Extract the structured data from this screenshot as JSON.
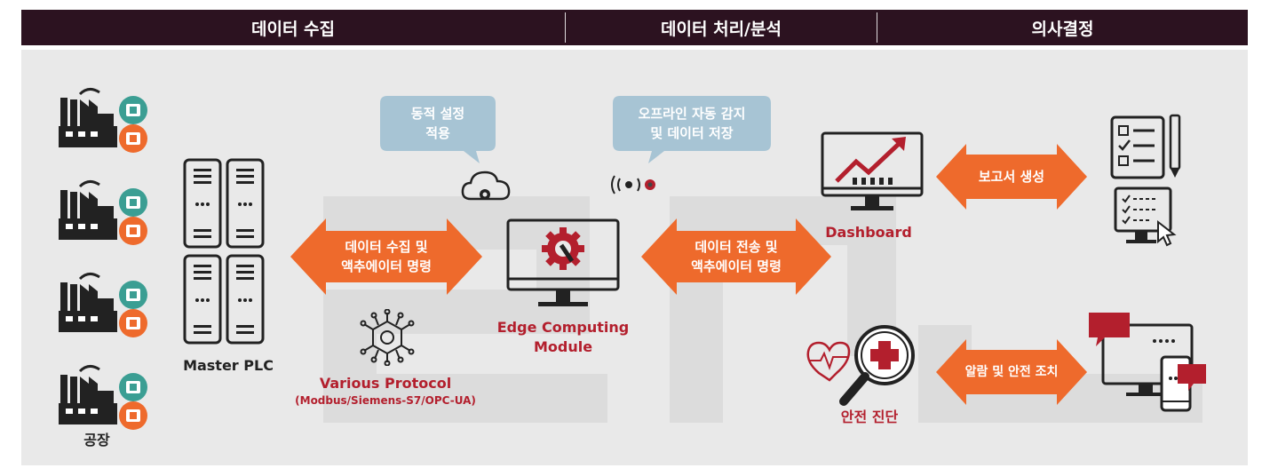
{
  "header": {
    "col1": "데이터 수집",
    "col2": "데이터 처리/분석",
    "col3": "의사결정"
  },
  "labels": {
    "factory": "공장",
    "master_plc": "Master PLC",
    "protocol_title": "Various Protocol",
    "protocol_sub": "(Modbus/Siemens-S7/OPC-UA)",
    "edge_line1": "Edge Computing",
    "edge_line2": "Module",
    "dashboard": "Dashboard",
    "safety_diag": "안전 진단"
  },
  "bubbles": {
    "dynamic_config_l1": "동적 설정",
    "dynamic_config_l2": "적용",
    "offline_l1": "오프라인 자동 감지",
    "offline_l2": "및 데이터 저장"
  },
  "arrows": {
    "collect_l1": "데이터 수집 및",
    "collect_l2": "액추에이터 명령",
    "transfer_l1": "데이터 전송 및",
    "transfer_l2": "액추에이터 명령",
    "report": "보고서 생성",
    "alarm": "알람 및 안전 조치"
  },
  "colors": {
    "header_bg": "#2c1220",
    "accent_orange": "#ee6a2c",
    "accent_red": "#b31f2d",
    "bubble": "#a7c4d4",
    "stage_bg": "#e9e9e9",
    "chip_teal": "#3b9e93"
  },
  "icons": [
    "factory-icon",
    "server-rack-icon",
    "protocol-chip-icon",
    "cloud-gear-icon",
    "wireless-signal-icon",
    "edge-monitor-gear-icon",
    "dashboard-chart-icon",
    "checklist-pen-icon",
    "monitor-checklist-icon",
    "heartbeat-icon",
    "magnifier-cross-icon",
    "chat-devices-icon"
  ]
}
